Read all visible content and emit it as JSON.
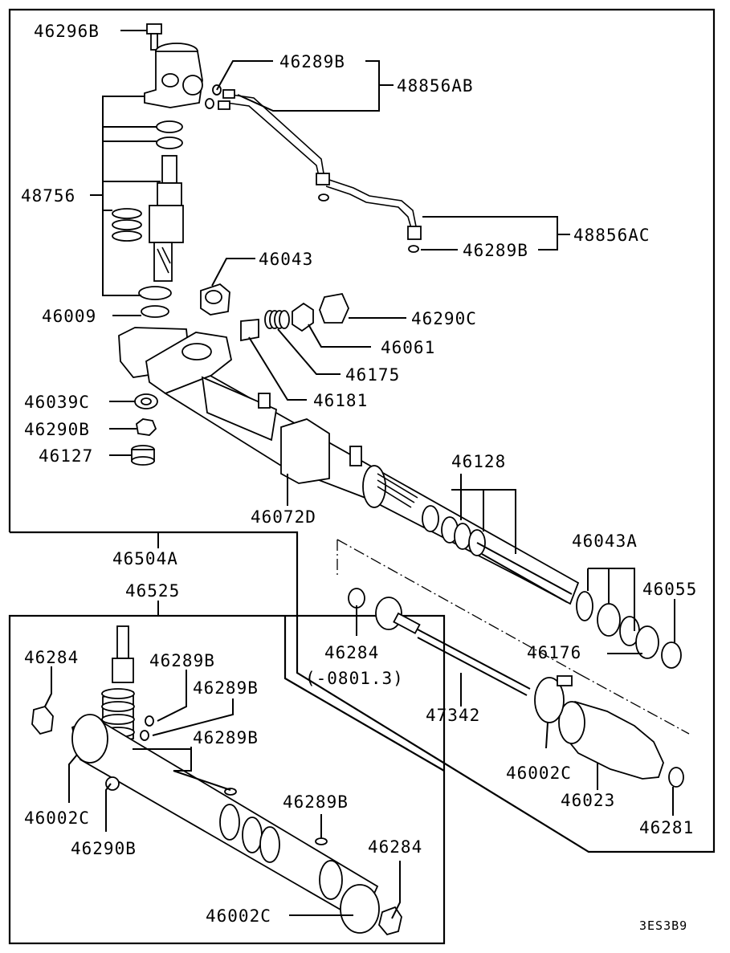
{
  "diagram": {
    "code": "3ES3B9",
    "labels": {
      "p46296B": "46296B",
      "p46289B_top": "46289B",
      "p48856AB": "48856AB",
      "p48756": "48756",
      "p46043": "46043",
      "p48856AC": "48856AC",
      "p46289B_r": "46289B",
      "p46009": "46009",
      "p46290C": "46290C",
      "p46061": "46061",
      "p46175": "46175",
      "p46039C": "46039C",
      "p46181": "46181",
      "p46290B_l": "46290B",
      "p46127": "46127",
      "p46128": "46128",
      "p46072D": "46072D",
      "p46504A": "46504A",
      "p46043A": "46043A",
      "p46525": "46525",
      "p46055": "46055",
      "p46284_l": "46284",
      "p46289B_a": "46289B",
      "p46284_c": "46284",
      "p46176": "46176",
      "p0801": "(-0801.3)",
      "p46289B_b": "46289B",
      "p46289B_c": "46289B",
      "p47342": "47342",
      "p46002C_r": "46002C",
      "p46023": "46023",
      "p46002C_l": "46002C",
      "p46289B_d": "46289B",
      "p46281": "46281",
      "p46290B_b": "46290B",
      "p46284_r": "46284",
      "p46002C_b": "46002C"
    }
  }
}
